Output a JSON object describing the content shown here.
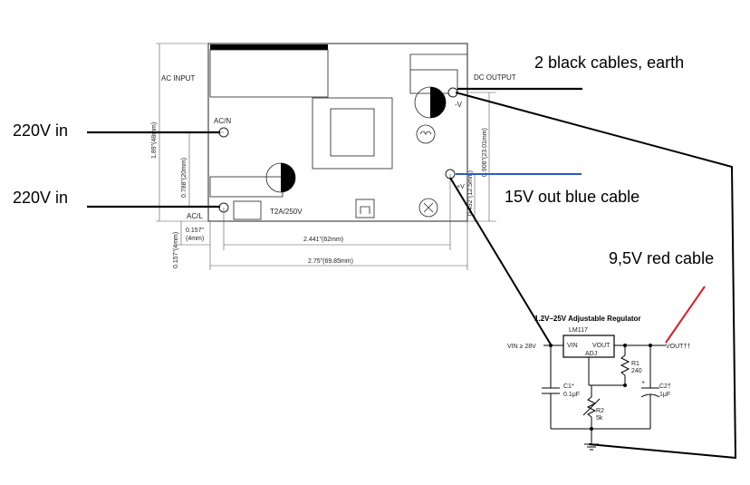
{
  "board": {
    "ac_input": "AC INPUT",
    "dc_output": "DC OUTPUT",
    "ac_n": "AC/N",
    "ac_l": "AC/L",
    "minus_v": "-V",
    "plus_v": "+V",
    "fuse": "T2A/250V",
    "dim_height": "1.89\"(48mm)",
    "dim_788": "0.788\"(20mm)",
    "dim_906": "0.906\"(23.01mm)",
    "dim_492": "0.492\"(12.5mm)",
    "dim_157a": "0.157\"",
    "dim_157a_mm": "(4mm)",
    "dim_157b": "0.157\"(4mm)",
    "dim_2441": "2.441\"(62mm)",
    "dim_275": "2.75\"(69.85mm)"
  },
  "annotations": {
    "in_top": "220V in",
    "in_bottom": "220V in",
    "earth": "2 black cables, earth",
    "out15": "15V out blue cable",
    "out95": "9,5V red cable"
  },
  "regulator": {
    "title": "1.2V–25V Adjustable Regulator",
    "part": "LM117",
    "vin_label": "VIN ≥ 28V",
    "pin_vin": "VIN",
    "pin_vout": "VOUT",
    "pin_adj": "ADJ",
    "vout_label": "VOUT††",
    "r1": "R1",
    "r1_val": "240",
    "r2": "R2",
    "r2_val": "5k",
    "c1": "C1*",
    "c1_val": "0.1μF",
    "c2": "C2†",
    "c2_val": "1μF",
    "plus": "+"
  },
  "colors": {
    "blue_cable": "#2a5cc7",
    "red_cable": "#e0191f",
    "black": "#000000"
  }
}
